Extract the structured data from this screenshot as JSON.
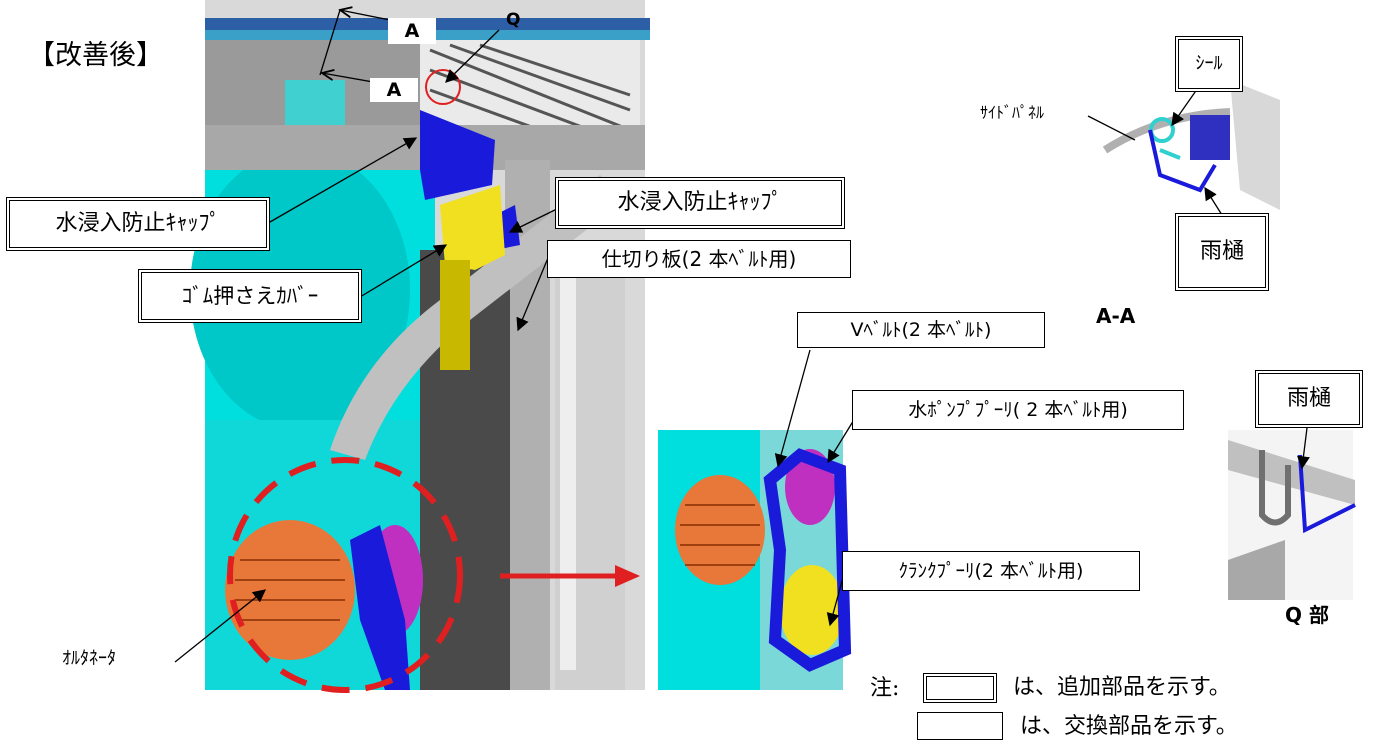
{
  "header": {
    "title": "【改善後】"
  },
  "callouts": {
    "cap_left": "水浸入防止ｷｬｯﾌﾟ",
    "cap_right": "水浸入防止ｷｬｯﾌﾟ",
    "rubber_cover": "ｺﾞﾑ押さえｶﾊﾞｰ",
    "partition": "仕切り板(2 本ﾍﾞﾙﾄ用)",
    "vbelt": "Vﾍﾞﾙﾄ(2 本ﾍﾞﾙﾄ)",
    "water_pump": "水ﾎﾟﾝﾌﾟﾌﾟｰﾘ( 2 本ﾍﾞﾙﾄ用)",
    "crank": "ｸﾗﾝｸﾌﾟｰﾘ(2 本ﾍﾞﾙﾄ用)",
    "alternator": "ｵﾙﾀﾈｰﾀ",
    "section_a_top": "A",
    "section_a_bottom": "A",
    "point_q": "Q"
  },
  "section_aa": {
    "seal": "ｼｰﾙ",
    "side_panel": "ｻｲﾄﾞﾊﾟﾈﾙ",
    "gutter": "雨樋",
    "caption": "A-A"
  },
  "q_detail": {
    "gutter": "雨樋",
    "caption": "Q 部"
  },
  "legend": {
    "prefix": "注:",
    "added": "は、追加部品を示す。",
    "replaced": "は、交換部品を示す。"
  },
  "colors": {
    "cyan": "#00e5e5",
    "blue": "#1a1adb",
    "orange": "#e8783a",
    "yellow": "#f0e020",
    "magenta": "#c030c0",
    "red": "#e02020",
    "gray": "#b8b8b8"
  }
}
